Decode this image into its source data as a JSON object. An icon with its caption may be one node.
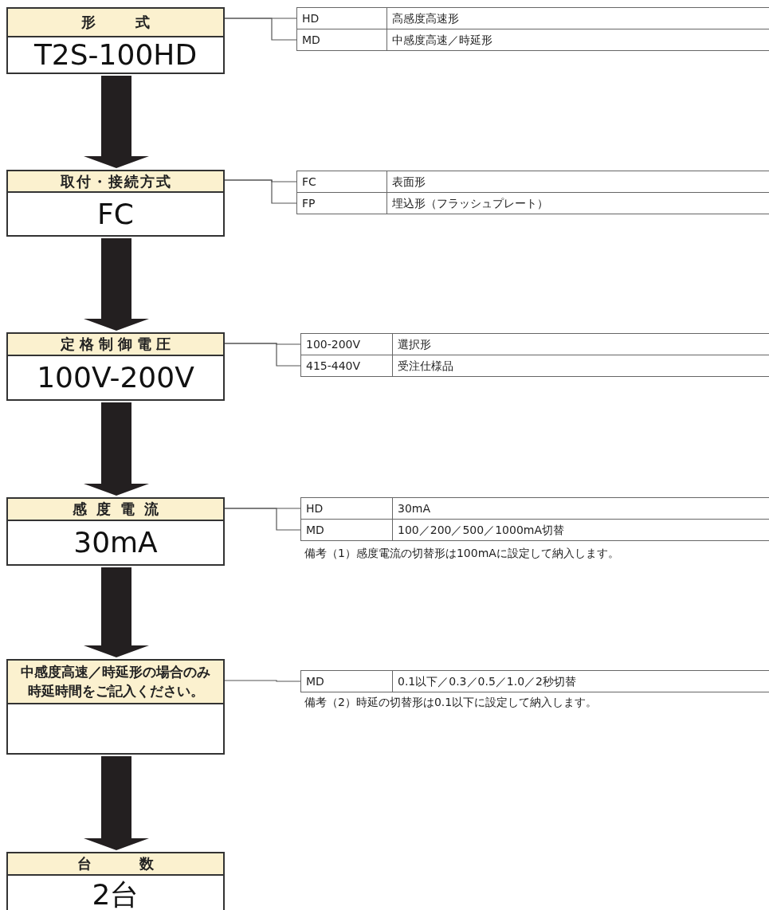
{
  "diagram": {
    "nodes": [
      {
        "text": [
          "形式",
          "T2S-100HD"
        ]
      },
      {
        "text": [
          "HD",
          "高感度高速形"
        ]
      },
      {
        "text": [
          "MD",
          "中感度高速／時延形"
        ]
      },
      {
        "text": [
          "取付・接続方式",
          "FC"
        ]
      },
      {
        "text": [
          "FC",
          "表面形"
        ]
      },
      {
        "text": [
          "FP",
          "埋込形（フラッシュプレート）"
        ]
      },
      {
        "text": [
          "定格制御電圧",
          "100V-200V"
        ]
      },
      {
        "text": [
          "100-200V",
          "選択形"
        ]
      },
      {
        "text": [
          "415-440V",
          "受注仕様品"
        ]
      },
      {
        "text": [
          "感度電流",
          "30mA"
        ]
      },
      {
        "text": [
          "HD",
          "30mA"
        ]
      },
      {
        "text": [
          "MD",
          "100／200／500／1000mA切替"
        ]
      },
      {
        "text": [
          "中感度高速／時延形の場合のみ時延時間をご記入ください。"
        ]
      },
      {
        "text": [
          "MD",
          "0.1以下／0.3／0.5／1.0／2秒切替"
        ]
      },
      {
        "text": [
          "台数",
          "2台"
        ]
      }
    ],
    "edges": [
      {
        "from": 0,
        "to": 1,
        "arrow": "none"
      },
      {
        "from": 0,
        "to": 2,
        "arrow": "none"
      },
      {
        "from": 0,
        "to": 3,
        "arrow": "to",
        "style": "thick"
      },
      {
        "from": 3,
        "to": 4,
        "arrow": "none"
      },
      {
        "from": 3,
        "to": 5,
        "arrow": "none"
      },
      {
        "from": 3,
        "to": 6,
        "arrow": "to",
        "style": "thick"
      },
      {
        "from": 6,
        "to": 7,
        "arrow": "none"
      },
      {
        "from": 6,
        "to": 8,
        "arrow": "none"
      },
      {
        "from": 6,
        "to": 9,
        "arrow": "to",
        "style": "thick"
      },
      {
        "from": 9,
        "to": 10,
        "arrow": "none"
      },
      {
        "from": 9,
        "to": 11,
        "arrow": "none"
      },
      {
        "from": 9,
        "to": 12,
        "arrow": "to",
        "style": "thick"
      },
      {
        "from": 12,
        "to": 13,
        "arrow": "none"
      },
      {
        "from": 12,
        "to": 14,
        "arrow": "to",
        "style": "thick"
      }
    ],
    "labels": [
      "備考（1）感度電流の切替形は100mAに設定して納入します。",
      "備考（2）時延の切替形は0.1以下に設定して納入します。"
    ]
  }
}
